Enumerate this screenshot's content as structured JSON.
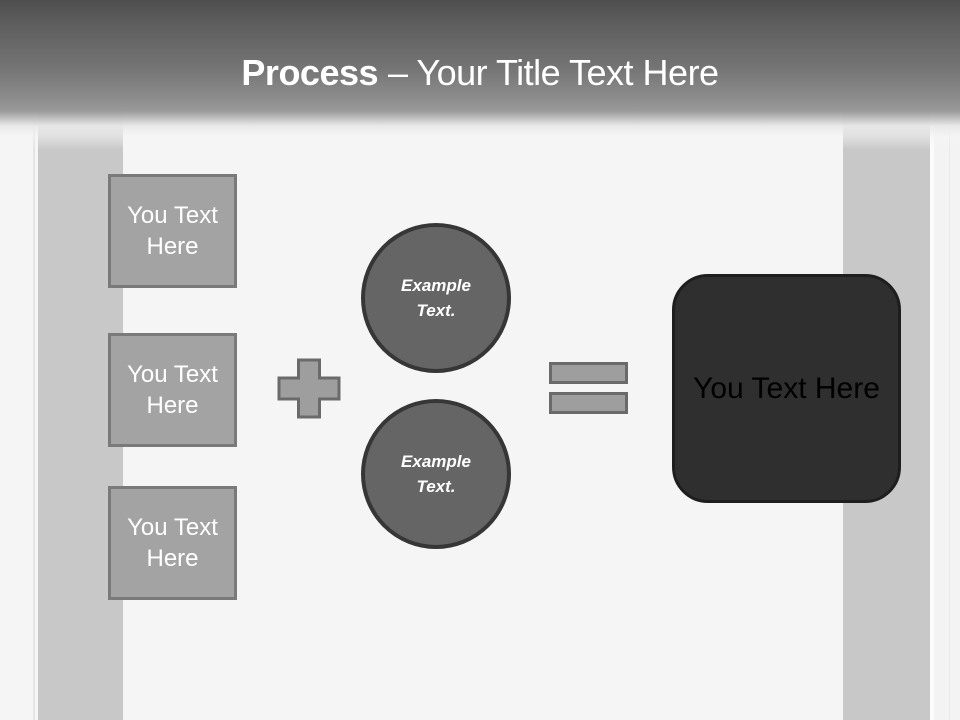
{
  "header": {
    "title_bold": "Process",
    "title_rest": "– Your Title Text Here"
  },
  "diagram": {
    "inputs": [
      {
        "label": "You Text\nHere"
      },
      {
        "label": "You Text\nHere"
      },
      {
        "label": "You Text\nHere"
      }
    ],
    "plus_icon": "plus",
    "circles": [
      {
        "label": "Example\nText."
      },
      {
        "label": "Example\nText."
      }
    ],
    "equals_icon": "equals",
    "result": {
      "label": "You Text Here"
    }
  },
  "colors": {
    "header_gradient_top": "#4e4e4e",
    "header_gradient_bottom": "#9a9a9a",
    "background": "#f5f5f5",
    "side_band": "#c8c8c8",
    "input_fill": "#a3a3a3",
    "input_border": "#7a7a7a",
    "operator_fill": "#9e9e9e",
    "operator_border": "#6a6a6a",
    "circle_fill": "#656565",
    "circle_border": "#363636",
    "result_fill": "#2f2f2f",
    "result_border": "#1e1e1e",
    "title_text": "#ffffff",
    "result_text": "#000000"
  }
}
